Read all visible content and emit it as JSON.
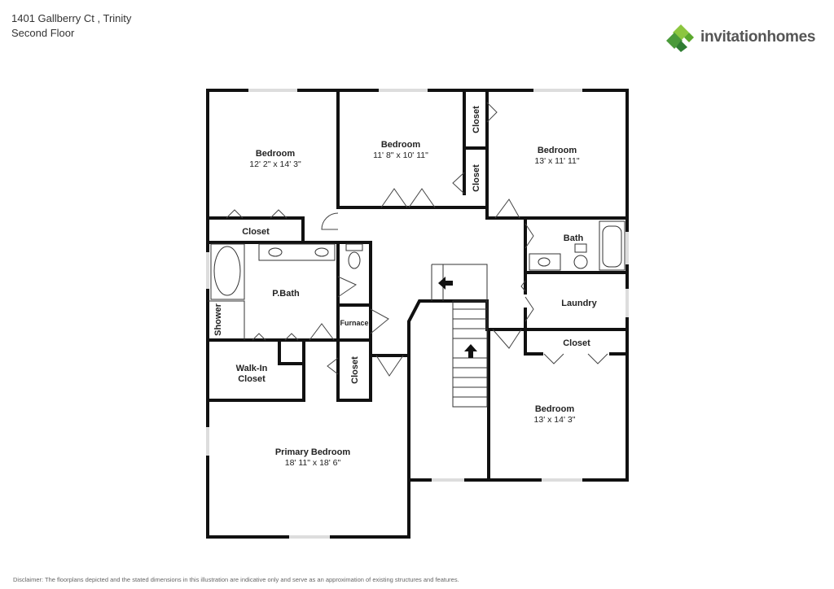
{
  "header": {
    "address": "1401 Gallberry Ct , Trinity",
    "floor": "Second Floor"
  },
  "brand": {
    "name": "invitationhomes",
    "colors": [
      "#5aa82c",
      "#2f7d32",
      "#8cc63f",
      "#4a9a3a"
    ]
  },
  "rooms": {
    "bedroom_nw": {
      "name": "Bedroom",
      "dims": "12' 2\" x 14' 3\""
    },
    "bedroom_n": {
      "name": "Bedroom",
      "dims": "11' 8\" x 10' 11\""
    },
    "bedroom_ne": {
      "name": "Bedroom",
      "dims": "13' x 11' 11\""
    },
    "closet_nw": {
      "name": "Closet"
    },
    "closet_n1": {
      "name": "Closet"
    },
    "closet_n2": {
      "name": "Closet"
    },
    "bath": {
      "name": "Bath"
    },
    "pbath": {
      "name": "P.Bath"
    },
    "shower": {
      "name": "Shower"
    },
    "furnace": {
      "name": "Furnace"
    },
    "laundry": {
      "name": "Laundry"
    },
    "closet_e": {
      "name": "Closet"
    },
    "walkin": {
      "name_line1": "Walk-In",
      "name_line2": "Closet"
    },
    "closet_mid": {
      "name": "Closet"
    },
    "bedroom_se": {
      "name": "Bedroom",
      "dims": "13' x 14' 3\""
    },
    "primary": {
      "name": "Primary Bedroom",
      "dims": "18' 11\" x 18' 6\""
    }
  },
  "disclaimer": "Disclaimer: The floorplans depicted and the stated dimensions in this illustration are indicative only and serve as an approximation of existing structures and features."
}
